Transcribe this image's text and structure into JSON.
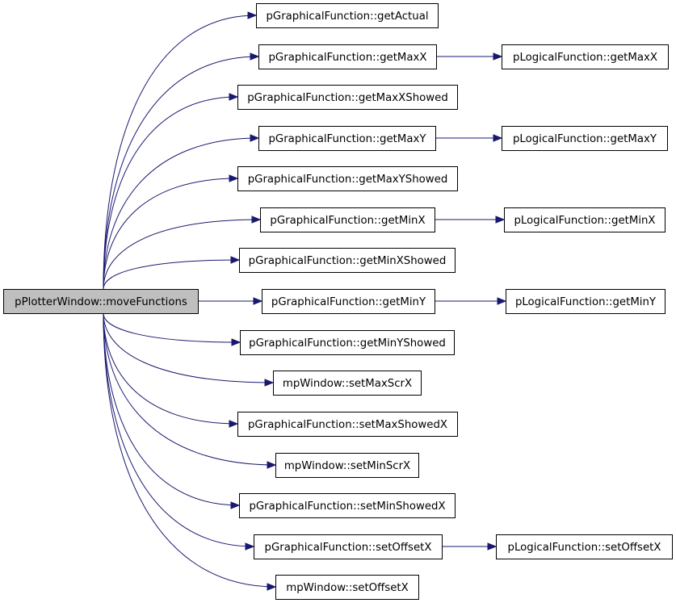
{
  "diagram": {
    "type": "call-graph",
    "colors": {
      "edge": "#191970",
      "root_fill": "#bfbfbf",
      "node_fill": "#ffffff",
      "node_border": "#000000"
    },
    "nodes": [
      {
        "id": "root",
        "label": "pPlotterWindow::moveFunctions"
      },
      {
        "id": "gf_getActual",
        "label": "pGraphicalFunction::getActual"
      },
      {
        "id": "gf_getMaxX",
        "label": "pGraphicalFunction::getMaxX"
      },
      {
        "id": "gf_getMaxXShowed",
        "label": "pGraphicalFunction::getMaxXShowed"
      },
      {
        "id": "gf_getMaxY",
        "label": "pGraphicalFunction::getMaxY"
      },
      {
        "id": "gf_getMaxYShowed",
        "label": "pGraphicalFunction::getMaxYShowed"
      },
      {
        "id": "gf_getMinX",
        "label": "pGraphicalFunction::getMinX"
      },
      {
        "id": "gf_getMinXShowed",
        "label": "pGraphicalFunction::getMinXShowed"
      },
      {
        "id": "gf_getMinY",
        "label": "pGraphicalFunction::getMinY"
      },
      {
        "id": "gf_getMinYShowed",
        "label": "pGraphicalFunction::getMinYShowed"
      },
      {
        "id": "mp_setMaxScrX",
        "label": "mpWindow::setMaxScrX"
      },
      {
        "id": "gf_setMaxShowedX",
        "label": "pGraphicalFunction::setMaxShowedX"
      },
      {
        "id": "mp_setMinScrX",
        "label": "mpWindow::setMinScrX"
      },
      {
        "id": "gf_setMinShowedX",
        "label": "pGraphicalFunction::setMinShowedX"
      },
      {
        "id": "gf_setOffsetX",
        "label": "pGraphicalFunction::setOffsetX"
      },
      {
        "id": "mp_setOffsetX",
        "label": "mpWindow::setOffsetX"
      },
      {
        "id": "lf_getMaxX",
        "label": "pLogicalFunction::getMaxX"
      },
      {
        "id": "lf_getMaxY",
        "label": "pLogicalFunction::getMaxY"
      },
      {
        "id": "lf_getMinX",
        "label": "pLogicalFunction::getMinX"
      },
      {
        "id": "lf_getMinY",
        "label": "pLogicalFunction::getMinY"
      },
      {
        "id": "lf_setOffsetX",
        "label": "pLogicalFunction::setOffsetX"
      }
    ],
    "edges": [
      {
        "from": "root",
        "to": "gf_getActual"
      },
      {
        "from": "root",
        "to": "gf_getMaxX"
      },
      {
        "from": "root",
        "to": "gf_getMaxXShowed"
      },
      {
        "from": "root",
        "to": "gf_getMaxY"
      },
      {
        "from": "root",
        "to": "gf_getMaxYShowed"
      },
      {
        "from": "root",
        "to": "gf_getMinX"
      },
      {
        "from": "root",
        "to": "gf_getMinXShowed"
      },
      {
        "from": "root",
        "to": "gf_getMinY"
      },
      {
        "from": "root",
        "to": "gf_getMinYShowed"
      },
      {
        "from": "root",
        "to": "mp_setMaxScrX"
      },
      {
        "from": "root",
        "to": "gf_setMaxShowedX"
      },
      {
        "from": "root",
        "to": "mp_setMinScrX"
      },
      {
        "from": "root",
        "to": "gf_setMinShowedX"
      },
      {
        "from": "root",
        "to": "gf_setOffsetX"
      },
      {
        "from": "root",
        "to": "mp_setOffsetX"
      },
      {
        "from": "gf_getMaxX",
        "to": "lf_getMaxX"
      },
      {
        "from": "gf_getMaxY",
        "to": "lf_getMaxY"
      },
      {
        "from": "gf_getMinX",
        "to": "lf_getMinX"
      },
      {
        "from": "gf_getMinY",
        "to": "lf_getMinY"
      },
      {
        "from": "gf_setOffsetX",
        "to": "lf_setOffsetX"
      }
    ]
  }
}
